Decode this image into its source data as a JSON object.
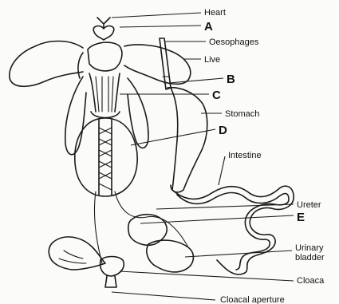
{
  "diagram": {
    "labels": {
      "heart": "Heart",
      "a": "A",
      "oesophages": "Oesophages",
      "live": "Live",
      "b": "B",
      "c": "C",
      "stomach": "Stomach",
      "d": "D",
      "intestine": "Intestine",
      "ureter": "Ureter",
      "e": "E",
      "urinary_bladder_1": "Urinary",
      "urinary_bladder_2": "bladder",
      "cloaca": "Cloaca",
      "cloacal_aperture": "Cloacal aperture"
    }
  }
}
